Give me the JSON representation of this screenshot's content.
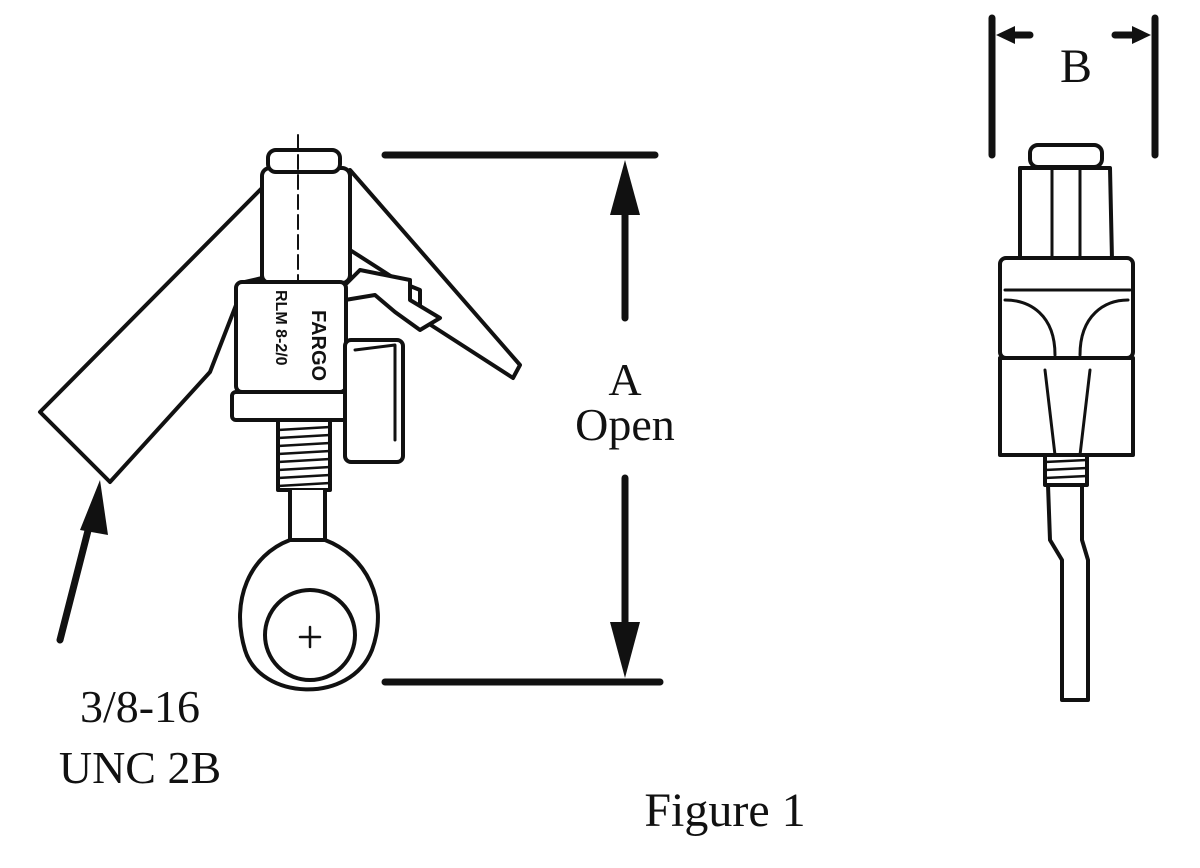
{
  "figure": {
    "caption": "Figure 1",
    "dim_a_letter": "A",
    "dim_a_word": "Open",
    "dim_b_letter": "B",
    "thread_line1": "3/8-16",
    "thread_line2": "UNC 2B",
    "brand_stamp": "FARGO",
    "model_stamp": "RLM 8-2/0",
    "stroke_color": "#111111",
    "background_color": "#ffffff"
  }
}
